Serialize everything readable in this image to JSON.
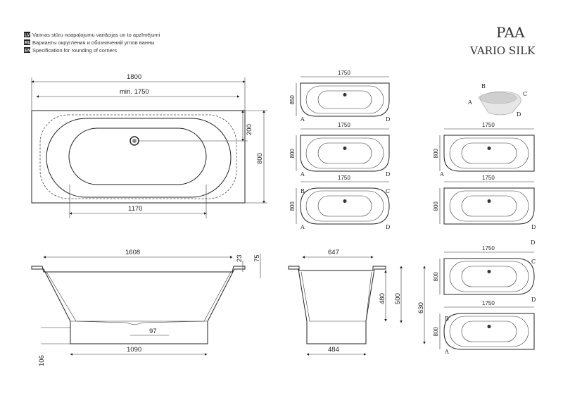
{
  "legend": [
    {
      "tag": "LV",
      "text": "Vannas stūru noapaļojumu variācijas un to apzīmējumi"
    },
    {
      "tag": "RU",
      "text": "Варианты округления и обозначений углов ванны"
    },
    {
      "tag": "EN",
      "text": "Specification for rounding of corners"
    }
  ],
  "brand": {
    "logo": "PAA",
    "product": "VARIO SILK"
  },
  "plan": {
    "length": "1800",
    "min_length": "min. 1750",
    "drain_offset": "200",
    "width": "800",
    "inner_length": "1170"
  },
  "side": {
    "top_length": "1608",
    "rim": "23",
    "rim_total": "75",
    "drain": "97",
    "bottom_length": "1090",
    "base": "106"
  },
  "section": {
    "top_width": "647",
    "depth_inner": "480",
    "depth": "500",
    "height": "630",
    "bottom_width": "484"
  },
  "variants": [
    {
      "length": "1750",
      "width": "850",
      "corners": [
        "A",
        "D"
      ]
    },
    {
      "length": "1750",
      "width": "800",
      "corners": [
        "A",
        "D"
      ]
    },
    {
      "length": "1750",
      "width": "800",
      "corners": [
        "B",
        "C",
        "A",
        "D"
      ]
    },
    {
      "length": "1750",
      "width": "800",
      "corners": [
        "A"
      ]
    },
    {
      "length": "1750",
      "width": "800",
      "corners": [
        "D"
      ]
    },
    {
      "length": "1750",
      "width": "800",
      "corners": [
        "C",
        "D"
      ]
    },
    {
      "length": "1750",
      "width": "800",
      "corners": [
        "B",
        "A"
      ]
    }
  ],
  "iso_corners": [
    "A",
    "B",
    "C",
    "D"
  ],
  "extra_label": "D"
}
